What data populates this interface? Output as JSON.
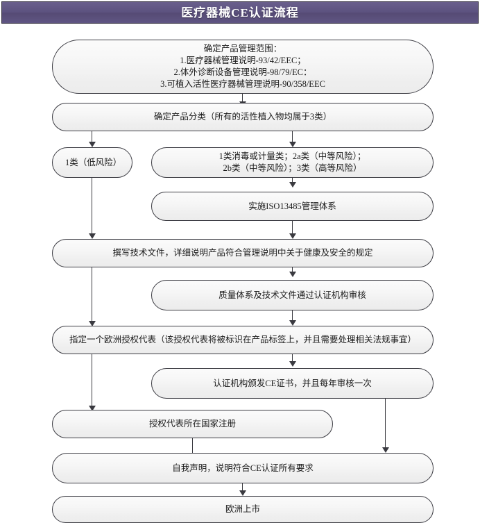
{
  "title": {
    "text": "医疗器械CE认证流程"
  },
  "colors": {
    "titlebar_purple": "#5d5380",
    "titlebar_border": "#2e2a3a",
    "node_border": "#3b3b42",
    "node_fill": "#f4f4f4",
    "connector": "#3a3a40",
    "text": "#1a1a1a",
    "title_text": "#ffffff"
  },
  "flow": {
    "nodes": [
      {
        "id": "scope",
        "lines": [
          "确定产品管理范围：",
          "1.医疗器械管理说明-93/42/EEC；",
          "2.体外诊断设备管理说明-98/79/EC：",
          "3.可植入活性医疗器械管理说明-90/358/EEC"
        ]
      },
      {
        "id": "classification",
        "lines": [
          "确定产品分类（所有的活性植入物均属于3类）"
        ]
      },
      {
        "id": "class1-low",
        "lines": [
          "1类（低风险）"
        ]
      },
      {
        "id": "class-other",
        "lines": [
          "1类消毒或计量类；2a类（中等风险）；",
          "2b类（中等风险）；3类（高等风险）"
        ]
      },
      {
        "id": "iso13485",
        "lines": [
          "实施ISO13485管理体系"
        ]
      },
      {
        "id": "tech-file",
        "lines": [
          "撰写技术文件，详细说明产品符合管理说明中关于健康及安全的规定"
        ]
      },
      {
        "id": "audit",
        "lines": [
          "质量体系及技术文件通过认证机构审核"
        ]
      },
      {
        "id": "eu-rep",
        "lines": [
          "指定一个欧洲授权代表（该授权代表将被标识在产品标签上，并且需要处理相关法规事宜）"
        ]
      },
      {
        "id": "ce-cert",
        "lines": [
          "认证机构颁发CE证书，并且每年审核一次"
        ]
      },
      {
        "id": "register",
        "lines": [
          "授权代表所在国家注册"
        ]
      },
      {
        "id": "self-declaration",
        "lines": [
          "自我声明，说明符合CE认证所有要求"
        ]
      },
      {
        "id": "market",
        "lines": [
          "欧洲上市"
        ]
      }
    ]
  }
}
